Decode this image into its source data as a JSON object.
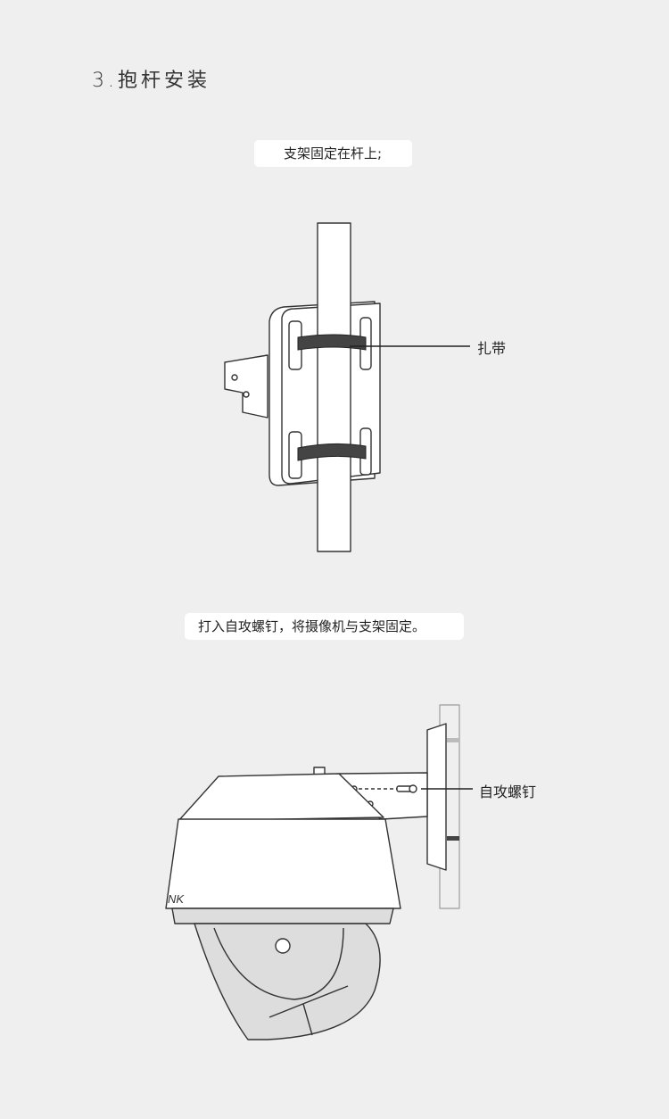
{
  "section_title": "3.抱杆安装",
  "steps": [
    {
      "caption": "支架固定在杆上;",
      "callout": "扎带"
    },
    {
      "caption": "打入自攻螺钉，将摄像机与支架固定。",
      "callout": "自攻螺钉"
    }
  ],
  "logo_text": "NK"
}
